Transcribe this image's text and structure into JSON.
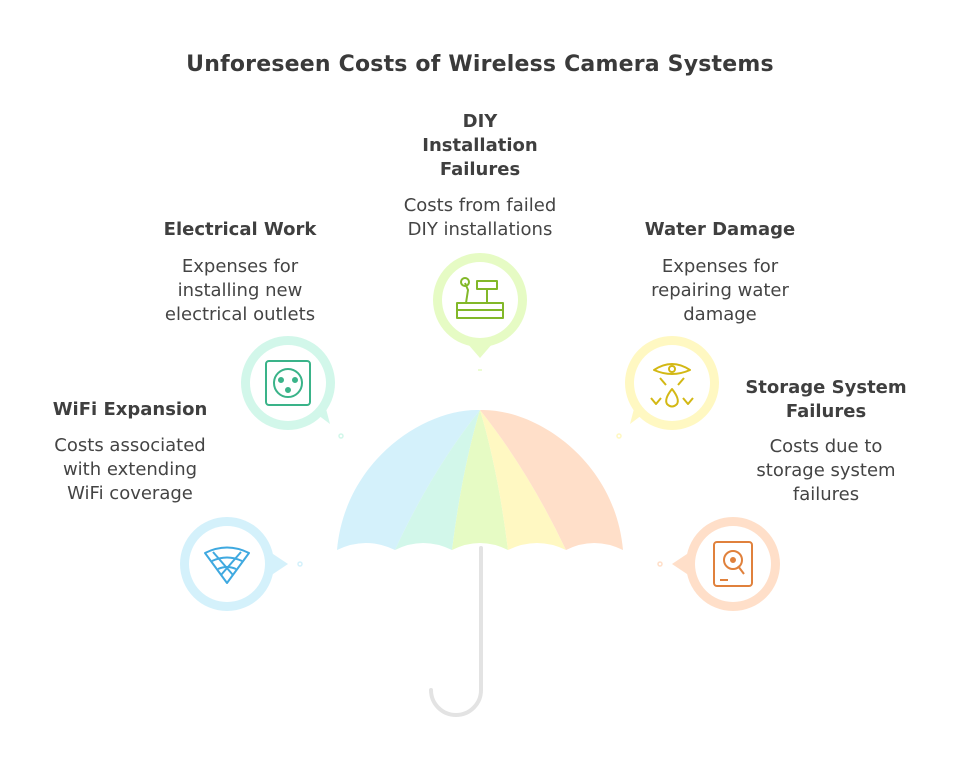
{
  "title": "Unforeseen Costs of Wireless Camera Systems",
  "colors": {
    "blue": "#d4f1fb",
    "green": "#d2f7ea",
    "lime": "#e6fbc4",
    "yellow": "#fff8c2",
    "peach": "#ffdfc9",
    "handle": "#e3e3e3"
  },
  "items": [
    {
      "label": "WiFi Expansion",
      "description": [
        "Costs associated",
        "with extending",
        "WiFi coverage"
      ],
      "icon": "wifi-icon",
      "color": "#3fa9e0"
    },
    {
      "label": "Electrical Work",
      "description": [
        "Expenses for",
        "installing new",
        "electrical outlets"
      ],
      "icon": "outlet-icon",
      "color": "#3ab389"
    },
    {
      "label": [
        "DIY",
        "Installation",
        "Failures"
      ],
      "description": [
        "Costs from failed",
        "DIY installations"
      ],
      "icon": "tools-icon",
      "color": "#82b829"
    },
    {
      "label": "Water Damage",
      "description": [
        "Expenses for",
        "repairing water",
        "damage"
      ],
      "icon": "water-drop-icon",
      "color": "#d3b814"
    },
    {
      "label": [
        "Storage System",
        "Failures"
      ],
      "description": [
        "Costs due to",
        "storage system",
        "failures"
      ],
      "icon": "hard-drive-icon",
      "color": "#e0813c"
    }
  ]
}
